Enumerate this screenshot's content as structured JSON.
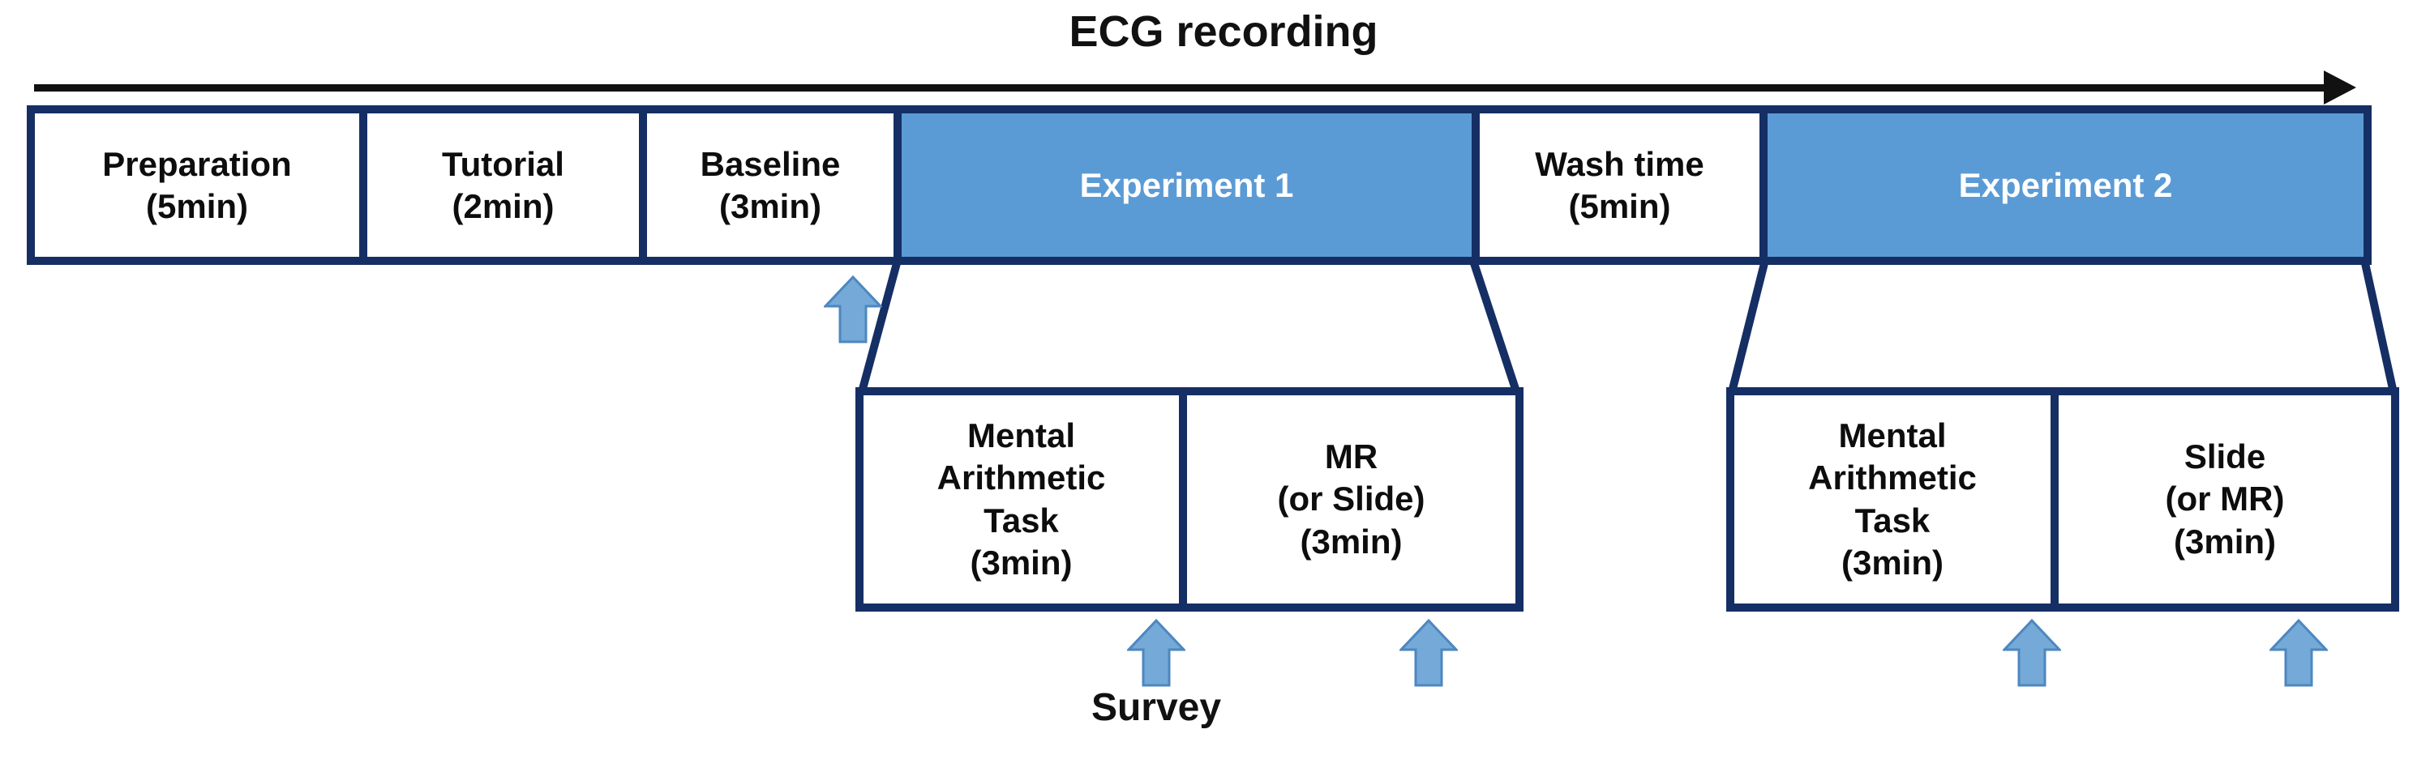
{
  "heading": {
    "ecg_label": "ECG recording"
  },
  "timeline": {
    "segments": [
      {
        "id": "preparation",
        "text": "Preparation\n(5min)",
        "highlight": false
      },
      {
        "id": "tutorial",
        "text": "Tutorial\n(2min)",
        "highlight": false
      },
      {
        "id": "baseline",
        "text": "Baseline\n(3min)",
        "highlight": false
      },
      {
        "id": "experiment-1",
        "text": "Experiment 1",
        "highlight": true
      },
      {
        "id": "wash-time",
        "text": "Wash time\n(5min)",
        "highlight": false
      },
      {
        "id": "experiment-2",
        "text": "Experiment 2",
        "highlight": true
      }
    ]
  },
  "expansions": [
    {
      "source": "Experiment 1",
      "tasks": [
        {
          "text": "Mental\nArithmetic\nTask\n(3min)"
        },
        {
          "text": "MR\n(or Slide)\n(3min)"
        }
      ]
    },
    {
      "source": "Experiment 2",
      "tasks": [
        {
          "text": "Mental\nArithmetic\nTask\n(3min)"
        },
        {
          "text": "Slide\n(or MR)\n(3min)"
        }
      ]
    }
  ],
  "survey": {
    "label": "Survey"
  },
  "icons": {
    "timeline_arrow": "right-arrow",
    "survey_marker": "block-up-arrow"
  },
  "colors": {
    "border_navy": "#152f64",
    "experiment_fill": "#5b9bd5",
    "arrow_fill": "#74a9d8",
    "arrow_stroke": "#4d87bf",
    "text": "#111111",
    "experiment_text": "#ffffff",
    "background": "#ffffff"
  }
}
